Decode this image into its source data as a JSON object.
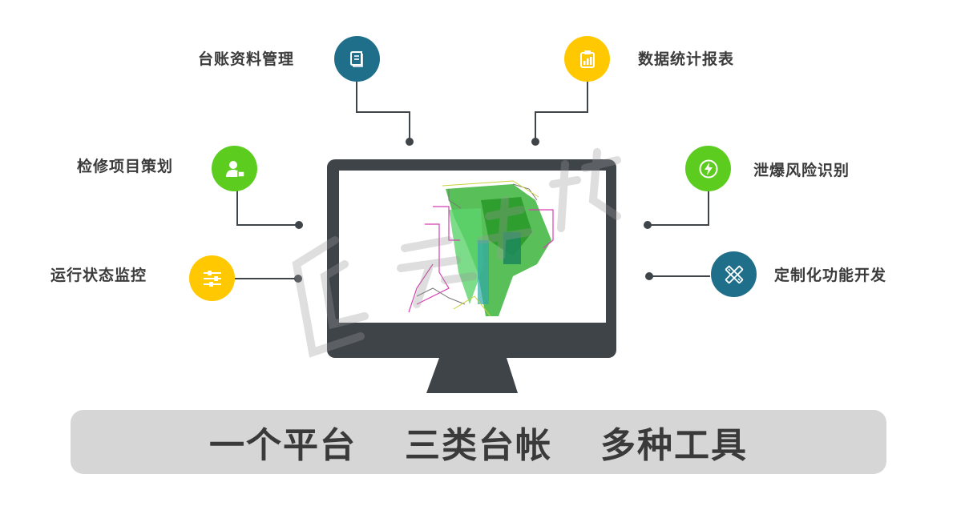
{
  "features": {
    "ledger": {
      "label": "台账资料管理",
      "color": "#1f6f8b",
      "icon": "book-icon"
    },
    "stats": {
      "label": "数据统计报表",
      "color": "#ffc800",
      "icon": "clipboard-chart-icon"
    },
    "maintenance": {
      "label": "检修项目策划",
      "color": "#5ccc1e",
      "icon": "users-icon"
    },
    "explosion": {
      "label": "泄爆风险识别",
      "color": "#5ccc1e",
      "icon": "lightning-icon"
    },
    "monitoring": {
      "label": "运行状态监控",
      "color": "#ffc800",
      "icon": "sliders-icon"
    },
    "custom": {
      "label": "定制化功能开发",
      "color": "#1f6f8b",
      "icon": "pencil-ruler-icon"
    }
  },
  "banner": {
    "slogans": [
      "一个平台",
      "三类台帐",
      "多种工具"
    ],
    "color": "#d6d6d6"
  },
  "monitor": {
    "frame_color": "#3f4449",
    "screen_color": "#ffffff"
  }
}
